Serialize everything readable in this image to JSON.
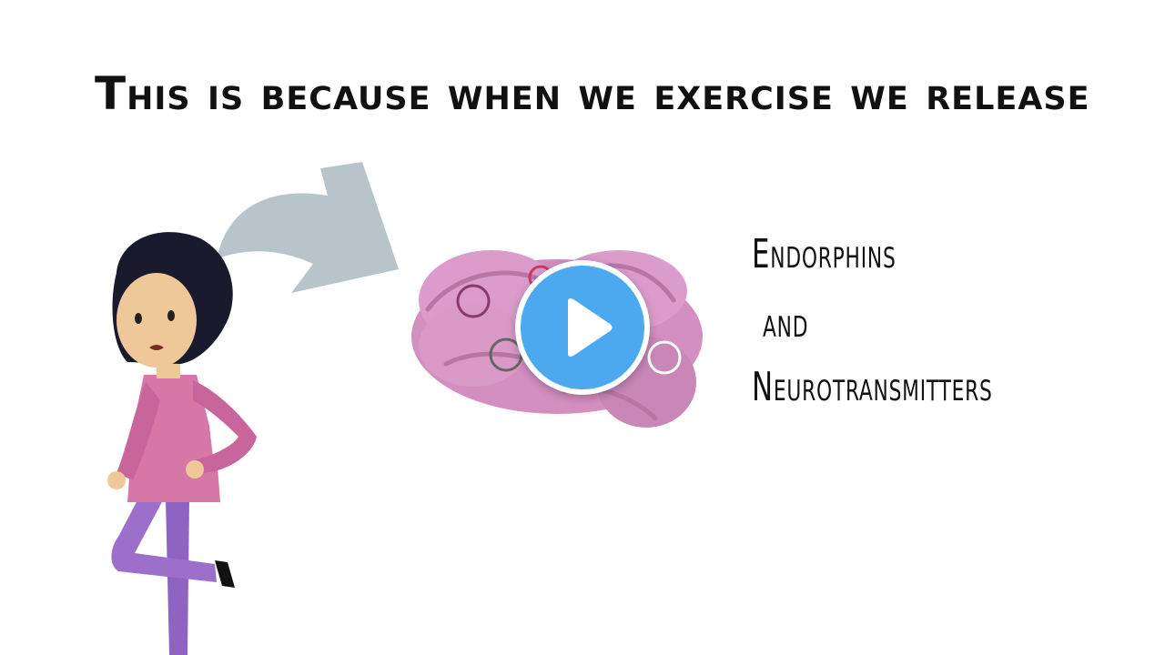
{
  "slide": {
    "headline": "This is because when we exercise we release",
    "labels": {
      "line1": "Endorphins",
      "line2": "and",
      "line3": "Neurotransmitters"
    }
  },
  "video": {
    "play_icon": "play-icon",
    "play_color": "#4da9ef"
  },
  "colors": {
    "arrow": "#b8c4ca",
    "brain": "#d38fc0",
    "shirt": "#d777a8",
    "pants": "#9b6fca",
    "skin": "#efc89a",
    "hair": "#1a1a2e"
  }
}
